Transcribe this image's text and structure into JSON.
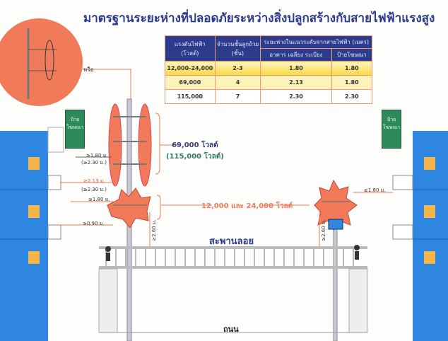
{
  "title": "มาตรฐานระยะห่างที่ปลอดภัยระหว่างสิ่งปลูกสร้างกับสายไฟฟ้าแรงสูง",
  "table": {
    "headers": {
      "voltage": "แรงดันไฟฟ้า",
      "voltage_unit": "(โวลต์)",
      "insulator": "จำนวนชั้นลูกถ้วย",
      "insulator_unit": "(ชั้น)",
      "distance": "ระยะห่างในแนวระดับจากสายไฟฟ้า (เมตร)",
      "building": "อาคาร  เฉลียง  ระเบียง",
      "sign": "ป้ายโฆษณา"
    },
    "rows": [
      {
        "voltage": "12,000-24,000",
        "layers": "2-3",
        "building": "1.80",
        "sign": "1.80"
      },
      {
        "voltage": "69,000",
        "layers": "4",
        "building": "2.13",
        "sign": "1.80"
      },
      {
        "voltage": "115,000",
        "layers": "7",
        "building": "2.30",
        "sign": "2.30"
      }
    ]
  },
  "labels": {
    "or": "หรือ",
    "sign_left": "ป้าย โฆษณา",
    "sign_right": "ป้าย โฆษณา",
    "volt_69": "69,000 โวลต์",
    "volt_115": "(115,000 โวลต์)",
    "volt_low": "12,000 และ 24,000 โวลต์",
    "bridge": "สะพานลอย",
    "road": "ถนน"
  },
  "dimensions": {
    "d1": "≥1.80 ม.",
    "d1b": "(≥2.30 ม.)",
    "d2": "≥2.13 ม.",
    "d2b": "(≥2.30 ม.)",
    "d3": "≥1.80 ม.",
    "d4": "≥0.90 ม.",
    "d5": "≥2.60 ม.",
    "d6": "≥1.80 ม.",
    "d7": "≥2.60 ม."
  },
  "colors": {
    "building": "#2f86e0",
    "danger": "#f07a5a",
    "navy": "#2d3b8c",
    "sign": "#2f8a5a"
  }
}
